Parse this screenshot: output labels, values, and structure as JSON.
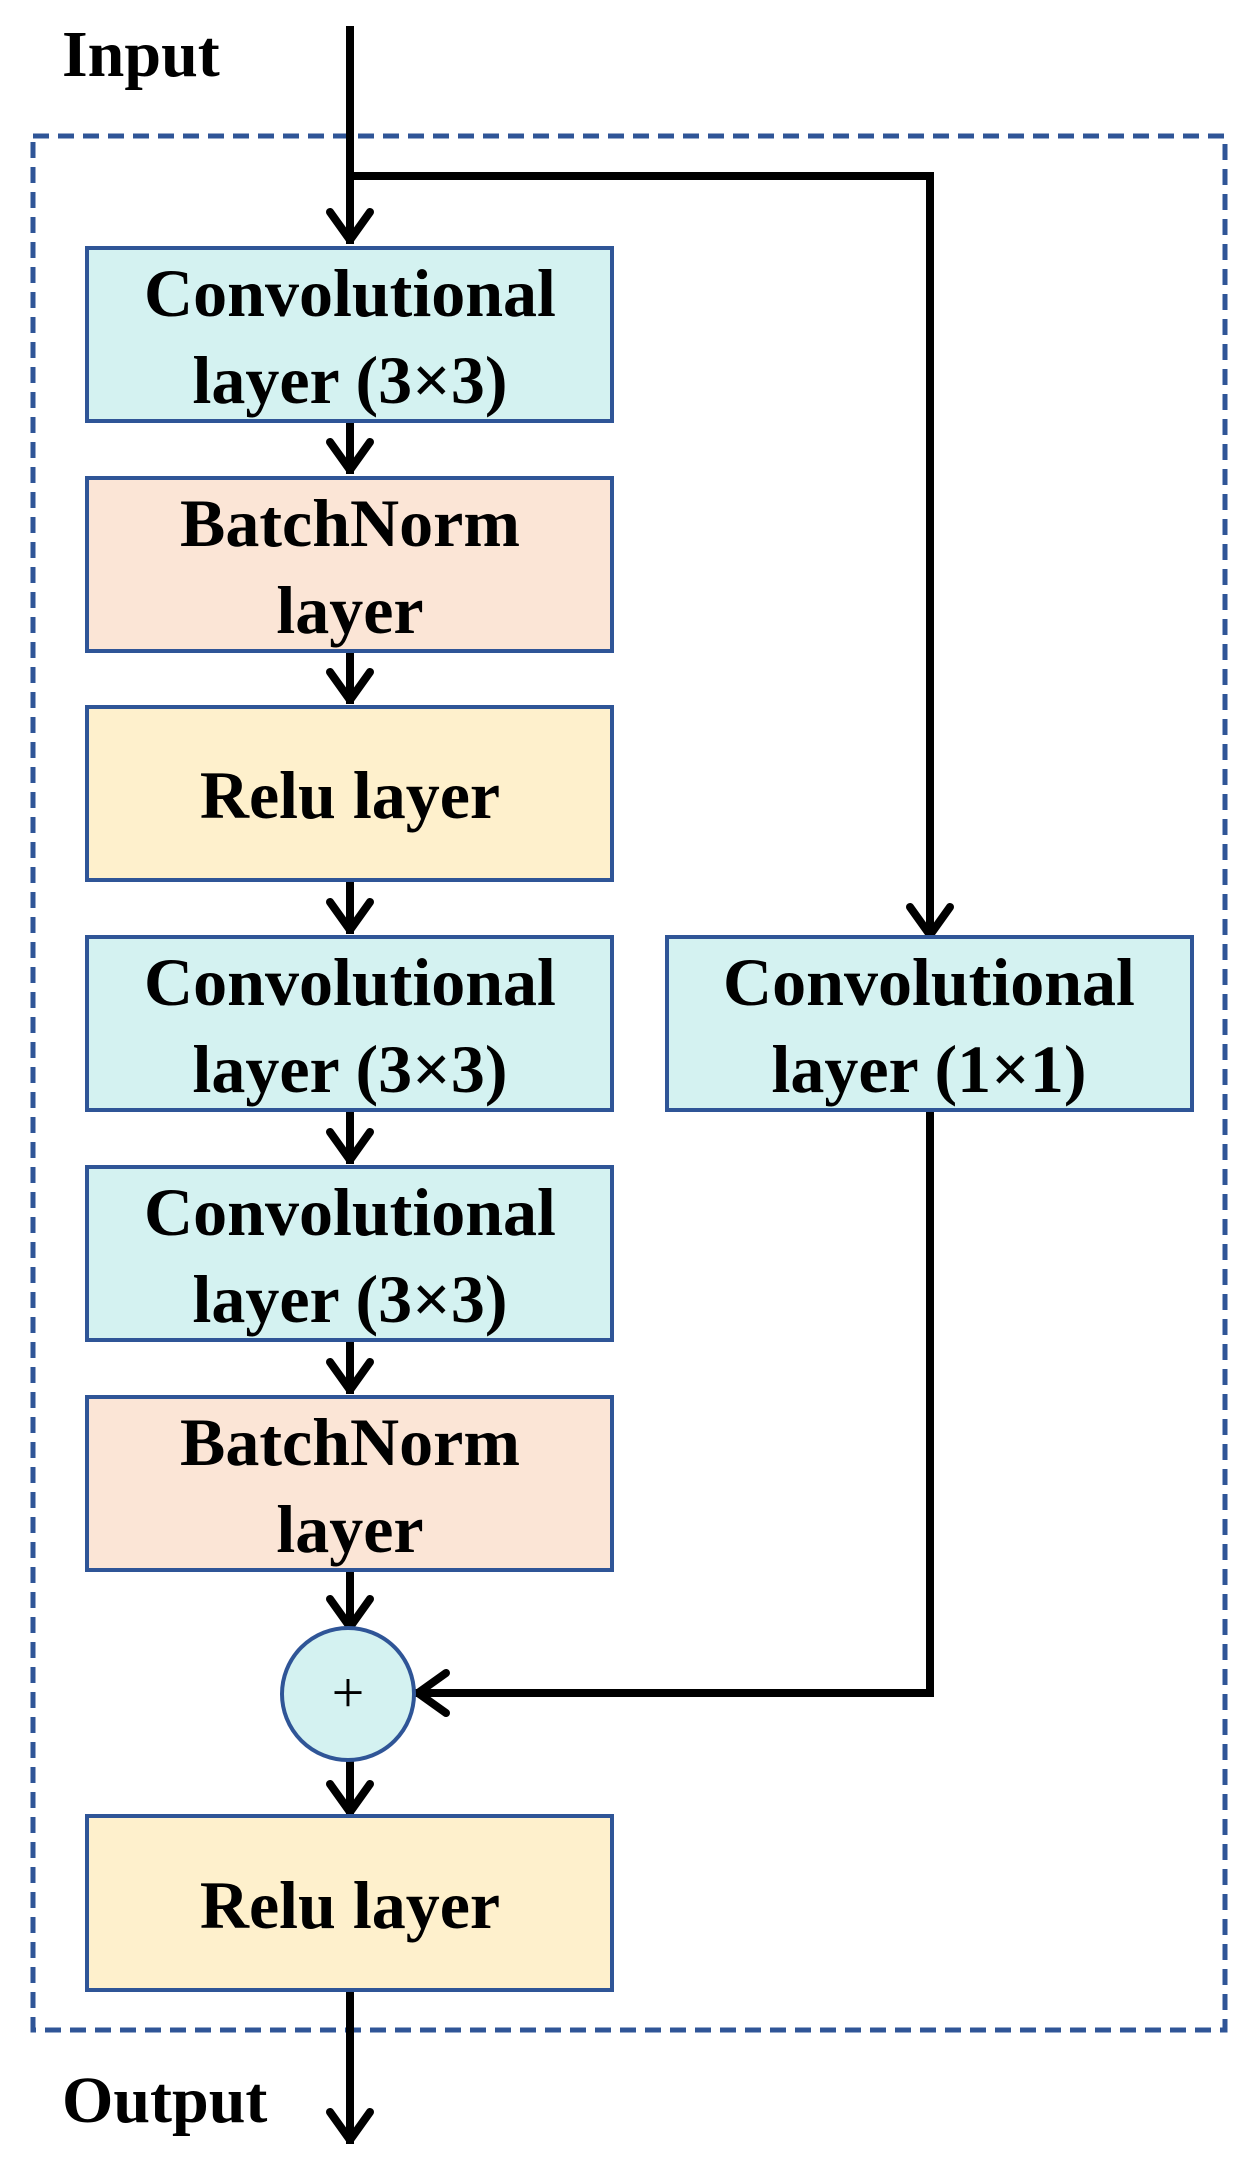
{
  "io": {
    "input_label": "Input",
    "output_label": "Output"
  },
  "main_path": [
    {
      "line1": "Convolutional",
      "line2": "layer (3×3)",
      "fill": "#d4f2f1"
    },
    {
      "line1": "BatchNorm",
      "line2": "layer",
      "fill": "#fbe5d6"
    },
    {
      "line1": "Relu layer",
      "line2": "",
      "fill": "#fef0cc"
    },
    {
      "line1": "Convolutional",
      "line2": "layer (3×3)",
      "fill": "#d4f2f1"
    },
    {
      "line1": "Convolutional",
      "line2": "layer (3×3)",
      "fill": "#d4f2f1"
    },
    {
      "line1": "BatchNorm",
      "line2": "layer",
      "fill": "#fbe5d6"
    }
  ],
  "shortcut": {
    "line1": "Convolutional",
    "line2": "layer (1×1)",
    "fill": "#d4f2f1"
  },
  "add_node": {
    "symbol": "+",
    "fill": "#d4f2f1"
  },
  "final_block": {
    "line1": "Relu layer",
    "fill": "#fef0cc"
  },
  "colors": {
    "box_border": "#2f5597",
    "dashed_border": "#2f5597",
    "arrow": "#000000"
  }
}
